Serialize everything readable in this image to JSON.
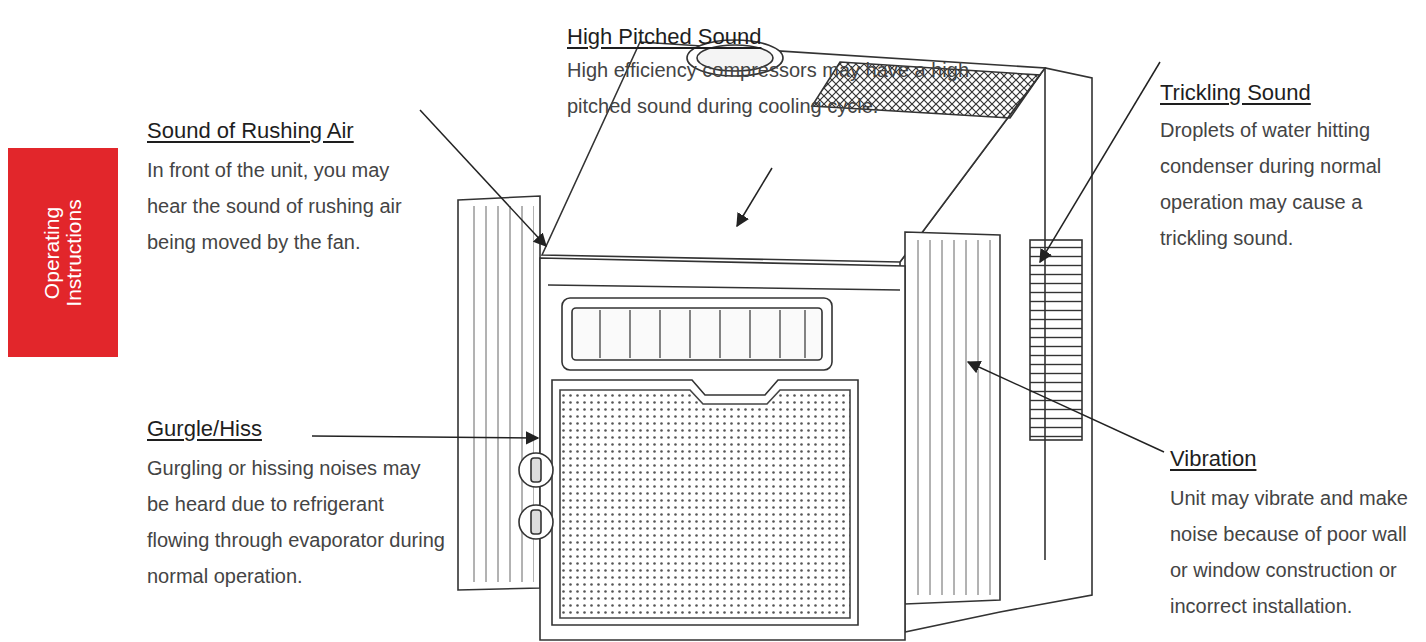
{
  "diagram": {
    "nodes": [
      {
        "text": [
          "Operating Instructions"
        ]
      }
    ],
    "labels": [
      "High Pitched Sound",
      "High efficiency compressors may have a high pitched sound during cooling cycle.",
      "Sound of Rushing Air",
      "In front of the unit, you may hear the sound of rushing air being moved by the fan.",
      "Trickling Sound",
      "Droplets of water hitting condenser during normal operation may cause a trickling sound.",
      "Gurgle/Hiss",
      "Gurgling or hissing noises may be heard due to refrigerant flowing through evaporator during normal operation.",
      "Vibration",
      "Unit may vibrate and make noise because of poor wall or window construction or incorrect installation."
    ]
  }
}
